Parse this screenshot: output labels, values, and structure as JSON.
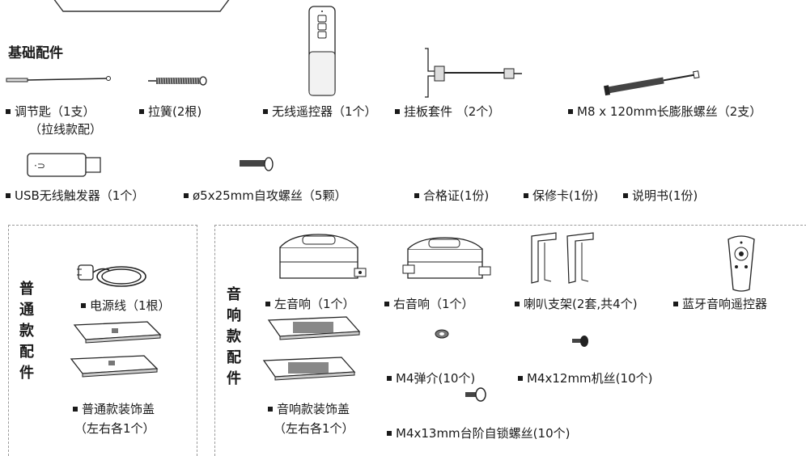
{
  "header": {
    "title": ""
  },
  "basic": {
    "title": "基础配件",
    "items": [
      {
        "line1": "调节匙（1支）",
        "line2": "（拉线款配）"
      },
      {
        "line1": "拉簧(2根)"
      },
      {
        "line1": "无线遥控器（1个）"
      },
      {
        "line1": "挂板套件 （2个）"
      },
      {
        "line1": "M8 x 120mm长膨胀螺丝（2支）"
      },
      {
        "line1": "USB无线触发器（1个）"
      },
      {
        "line1": "ø5x25mm自攻螺丝（5颗）"
      },
      {
        "line1": "合格证(1份)"
      },
      {
        "line1": "保修卡(1份)"
      },
      {
        "line1": "说明书(1份)"
      }
    ]
  },
  "normal": {
    "title_chars": [
      "普",
      "通",
      "款",
      "配",
      "件"
    ],
    "items": [
      {
        "line1": "电源线（1根）"
      },
      {
        "line1": "普通款装饰盖",
        "line2": "（左右各1个）"
      }
    ]
  },
  "audio": {
    "title_chars": [
      "音",
      "响",
      "款",
      "配",
      "件"
    ],
    "items": [
      {
        "line1": "左音响（1个）"
      },
      {
        "line1": "右音响（1个）"
      },
      {
        "line1": "喇叭支架(2套,共4个)"
      },
      {
        "line1": "蓝牙音响遥控器"
      },
      {
        "line1": "M4弹介(10个)"
      },
      {
        "line1": "M4x12mm机丝(10个)"
      },
      {
        "line1": "音响款装饰盖",
        "line2": "（左右各1个）"
      },
      {
        "line1": "M4x13mm台阶自锁螺丝(10个)"
      }
    ]
  }
}
